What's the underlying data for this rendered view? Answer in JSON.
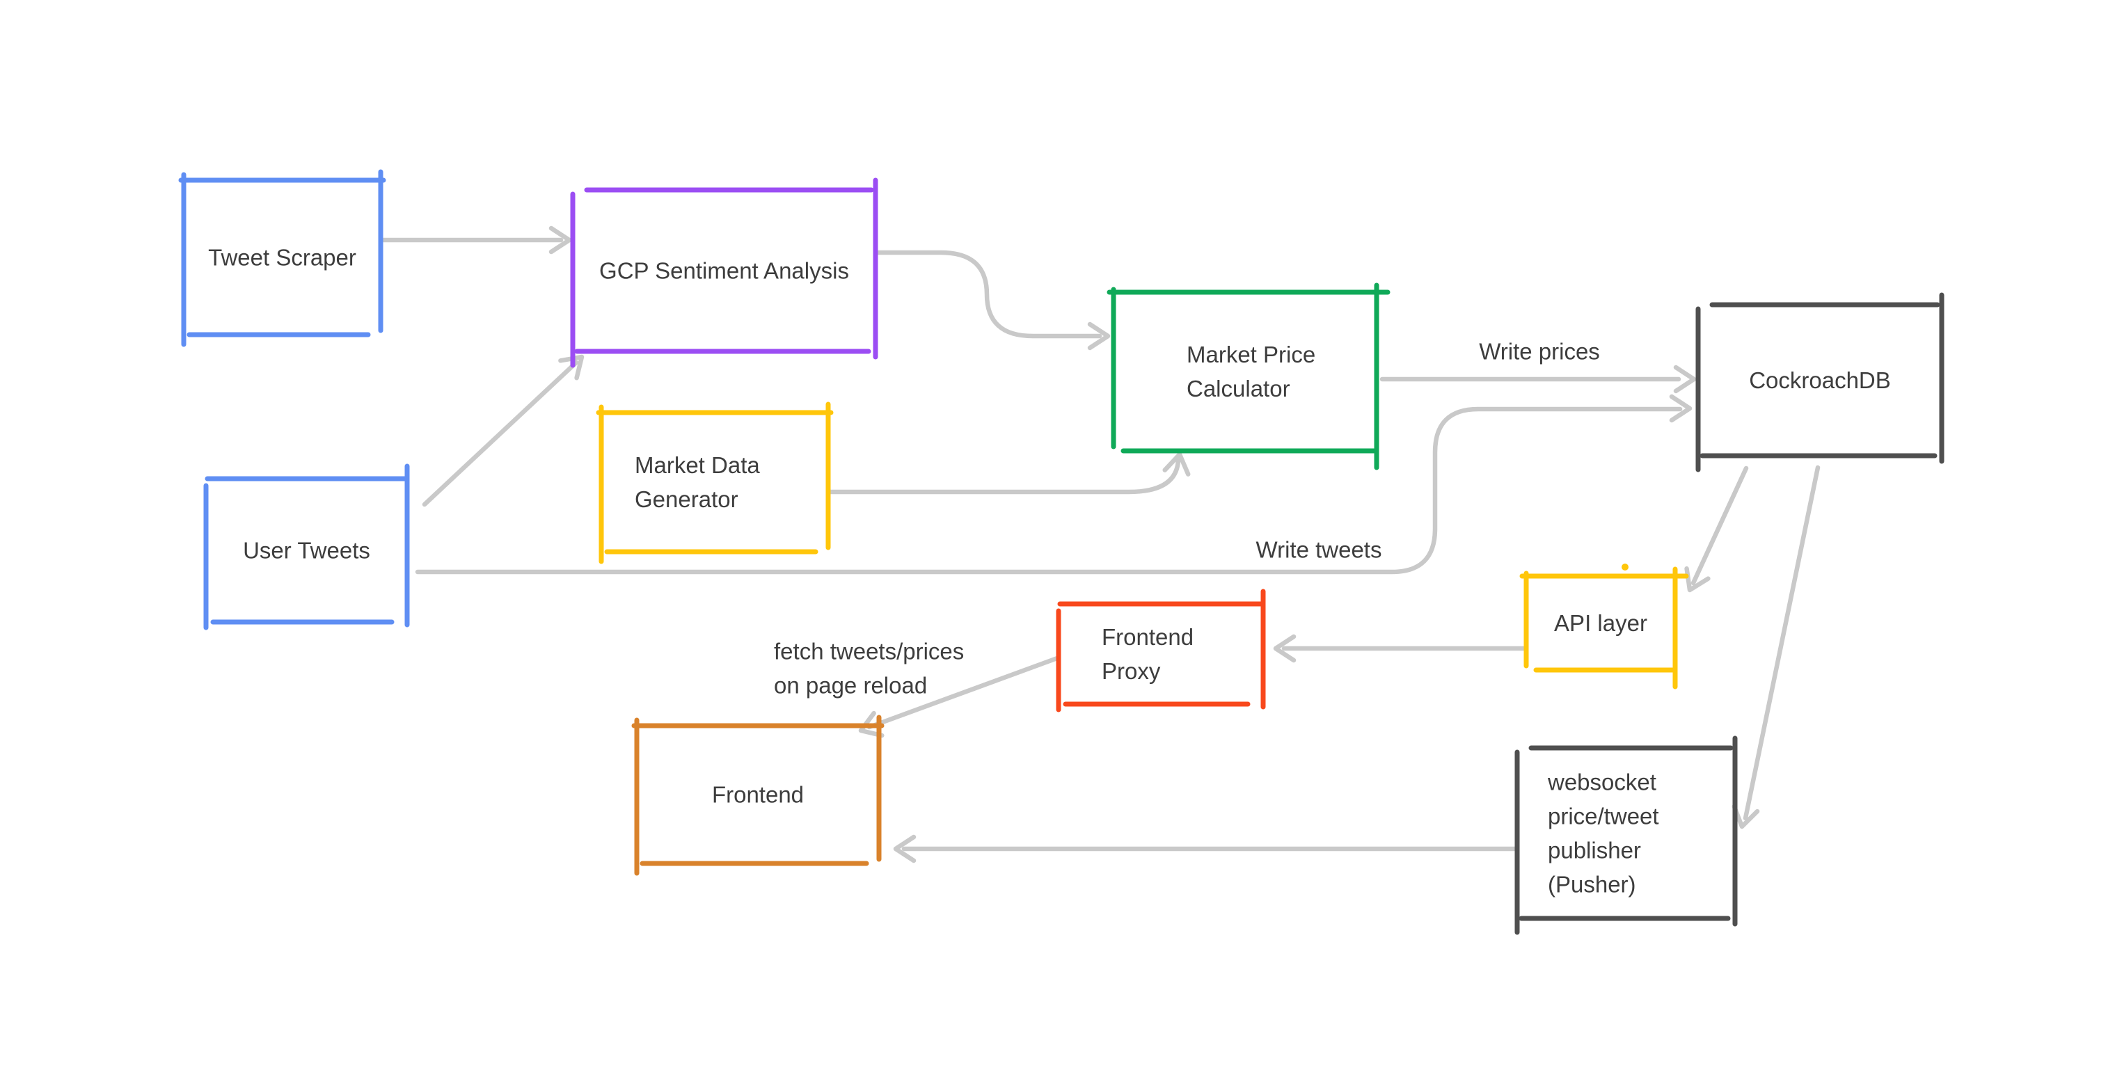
{
  "canvas": {
    "background": "#ffffff"
  },
  "palette": {
    "blue": "#5f8ef3",
    "purple": "#9b4df3",
    "green": "#0fa958",
    "yellow": "#ffc60a",
    "dark_gray": "#4f4f4f",
    "red_orange": "#f8481c",
    "orange": "#d9822b",
    "arrow_gray": "#c9c9c9",
    "label_text": "#3d3d3d",
    "accent_dot": "#ffc60a"
  },
  "diagram": {
    "nodes": [
      {
        "id": "tweet-scraper",
        "lines": [
          "Tweet Scraper"
        ],
        "color": "blue"
      },
      {
        "id": "gcp-sentiment-analysis",
        "lines": [
          "GCP Sentiment Analysis"
        ],
        "color": "purple"
      },
      {
        "id": "market-price-calculator",
        "lines": [
          "Market Price",
          "Calculator"
        ],
        "color": "green"
      },
      {
        "id": "user-tweets",
        "lines": [
          "User Tweets"
        ],
        "color": "blue"
      },
      {
        "id": "market-data-generator",
        "lines": [
          "Market Data",
          "Generator"
        ],
        "color": "yellow"
      },
      {
        "id": "cockroachdb",
        "lines": [
          "CockroachDB"
        ],
        "color": "dark_gray"
      },
      {
        "id": "api-layer",
        "lines": [
          "API layer"
        ],
        "color": "yellow"
      },
      {
        "id": "frontend-proxy",
        "lines": [
          "Frontend",
          "Proxy"
        ],
        "color": "red_orange"
      },
      {
        "id": "frontend",
        "lines": [
          "Frontend"
        ],
        "color": "orange"
      },
      {
        "id": "websocket-publisher",
        "lines": [
          "websocket",
          "price/tweet",
          "publisher",
          "(Pusher)"
        ],
        "color": "dark_gray"
      }
    ],
    "edges": [
      {
        "id": "tweet-scraper-to-gcp",
        "from": "tweet-scraper",
        "to": "gcp-sentiment-analysis"
      },
      {
        "id": "gcp-to-market-price",
        "from": "gcp-sentiment-analysis",
        "to": "market-price-calculator"
      },
      {
        "id": "market-data-to-market-price",
        "from": "market-data-generator",
        "to": "market-price-calculator"
      },
      {
        "id": "user-tweets-to-gcp",
        "from": "user-tweets",
        "to": "gcp-sentiment-analysis"
      },
      {
        "id": "user-tweets-to-cockroachdb",
        "from": "user-tweets",
        "to": "cockroachdb",
        "label_id": "write-tweets"
      },
      {
        "id": "market-price-to-cockroachdb",
        "from": "market-price-calculator",
        "to": "cockroachdb",
        "label_id": "write-prices"
      },
      {
        "id": "cockroachdb-to-api-layer",
        "from": "cockroachdb",
        "to": "api-layer"
      },
      {
        "id": "cockroachdb-to-websocket",
        "from": "cockroachdb",
        "to": "websocket-publisher"
      },
      {
        "id": "api-layer-to-frontend-proxy",
        "from": "api-layer",
        "to": "frontend-proxy"
      },
      {
        "id": "frontend-proxy-to-frontend",
        "from": "frontend-proxy",
        "to": "frontend",
        "label_id": "fetch-note"
      },
      {
        "id": "websocket-to-frontend",
        "from": "websocket-publisher",
        "to": "frontend"
      }
    ],
    "labels": [
      {
        "id": "write-prices",
        "lines": [
          "Write prices"
        ]
      },
      {
        "id": "write-tweets",
        "lines": [
          "Write tweets"
        ]
      },
      {
        "id": "fetch-note",
        "lines": [
          "fetch tweets/prices",
          "on page reload"
        ]
      }
    ]
  }
}
